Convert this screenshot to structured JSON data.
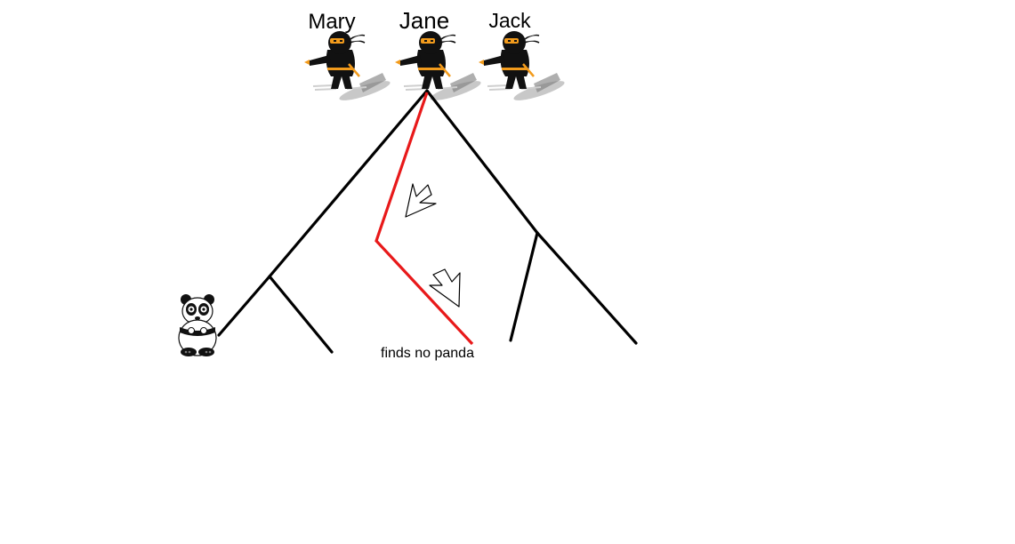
{
  "characters": {
    "names": [
      "Mary",
      "Jane",
      "Jack"
    ],
    "ninja_icon": "ninja-icon",
    "panda_icon": "panda-icon"
  },
  "caption": "finds no panda",
  "colors": {
    "tree_lines": "#000000",
    "search_path": "#e8191a",
    "ninja_body": "#111111",
    "ninja_eyes": "#f29b1c"
  }
}
